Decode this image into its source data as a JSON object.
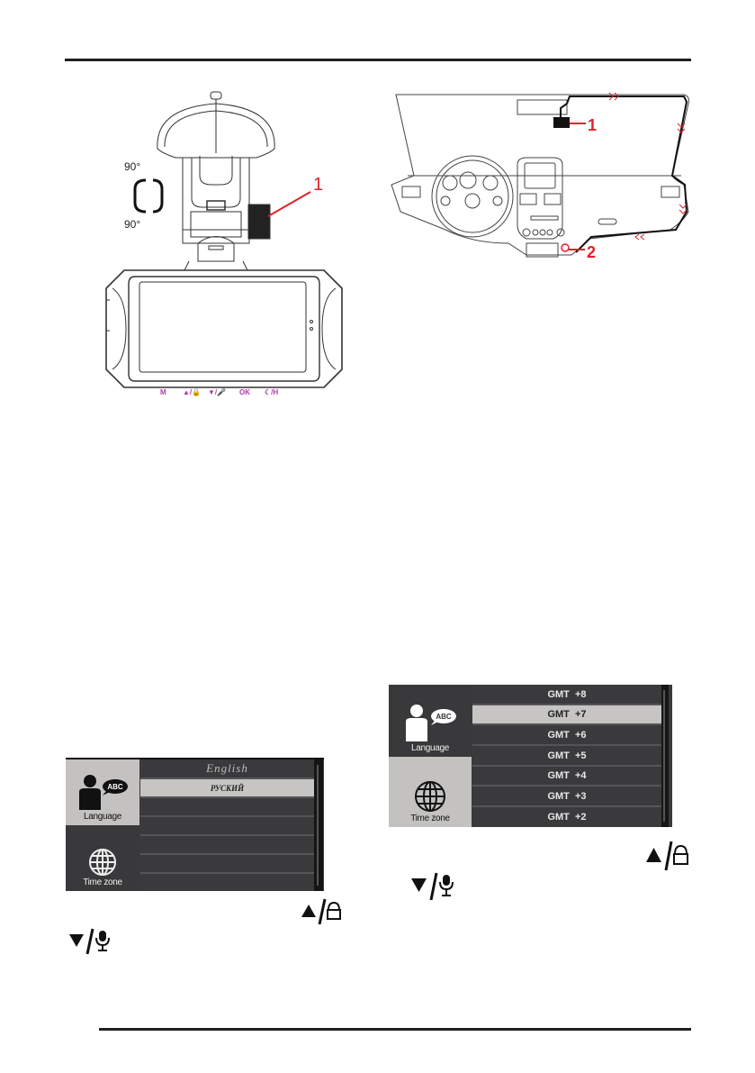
{
  "page": {
    "header_rule": true,
    "footer_rule": true
  },
  "figure_mount": {
    "rotation_top": "90°",
    "rotation_bottom": "90°",
    "callout": "1",
    "buttons": [
      "M",
      "▲/🔒",
      "▼/🎤",
      "OK",
      "☾/H"
    ]
  },
  "figure_car": {
    "callout_1": "1",
    "callout_2": "2"
  },
  "menu_language": {
    "tabs": [
      {
        "label": "Language",
        "icon": "person-speech-abc-icon",
        "active": true
      },
      {
        "label": "Time zone",
        "icon": "globe-icon",
        "active": false
      }
    ],
    "items": [
      "English",
      "РУСКИЙ",
      "",
      "",
      "",
      "",
      ""
    ],
    "selected_index": 1
  },
  "menu_timezone": {
    "tabs": [
      {
        "label": "Language",
        "icon": "person-speech-abc-icon",
        "active": false
      },
      {
        "label": "Time zone",
        "icon": "globe-icon",
        "active": true
      }
    ],
    "items": [
      "GMT  +8",
      "GMT  +7",
      "GMT  +6",
      "GMT  +5",
      "GMT  +4",
      "GMT  +3",
      "GMT  +2"
    ],
    "selected_index": 1
  },
  "keys": {
    "up_lock": "▲/lock",
    "down_mic": "▼/mic"
  },
  "colors": {
    "rule": "#231f20",
    "callout_red": "#e2202a",
    "button_magenta": "#b23aa6",
    "menu_dark": "#3a3a3c",
    "menu_selected": "#c6c5c3"
  }
}
